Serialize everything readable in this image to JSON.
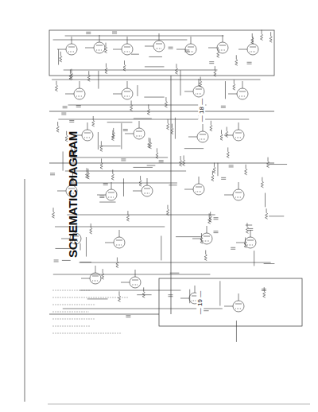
{
  "diagram": {
    "title": "SCHEMATIC DIAGRAM",
    "labels": [
      "— 18 —",
      "— 19 —"
    ]
  }
}
